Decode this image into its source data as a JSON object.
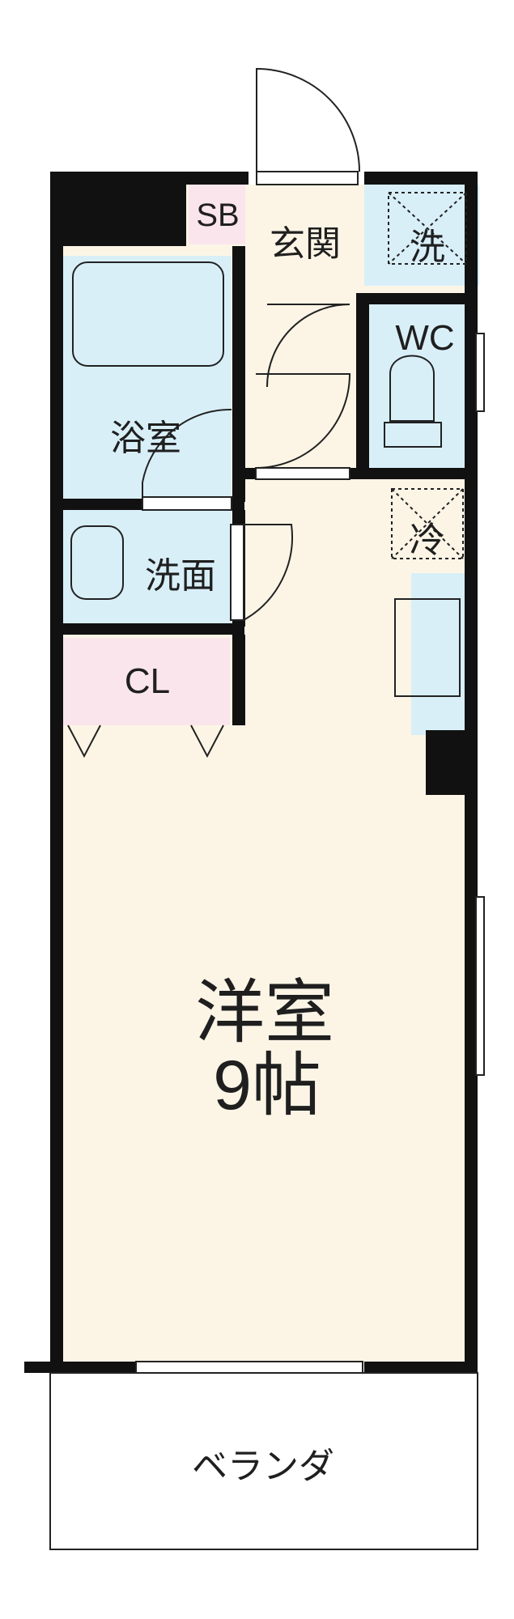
{
  "labels": {
    "sb": "SB",
    "genkan": "玄関",
    "sen_top": "洗",
    "wc": "WC",
    "yokushitsu": "浴室",
    "rei": "冷",
    "senmen": "洗面",
    "cl": "CL",
    "youshitsu": "洋室",
    "size": "9帖",
    "veranda": "ベランダ"
  },
  "colors": {
    "wall": "#111111",
    "living_floor": "#fcf5e6",
    "wet_area": "#d8eff8",
    "storage": "#fbe5ec",
    "line": "#222222"
  }
}
